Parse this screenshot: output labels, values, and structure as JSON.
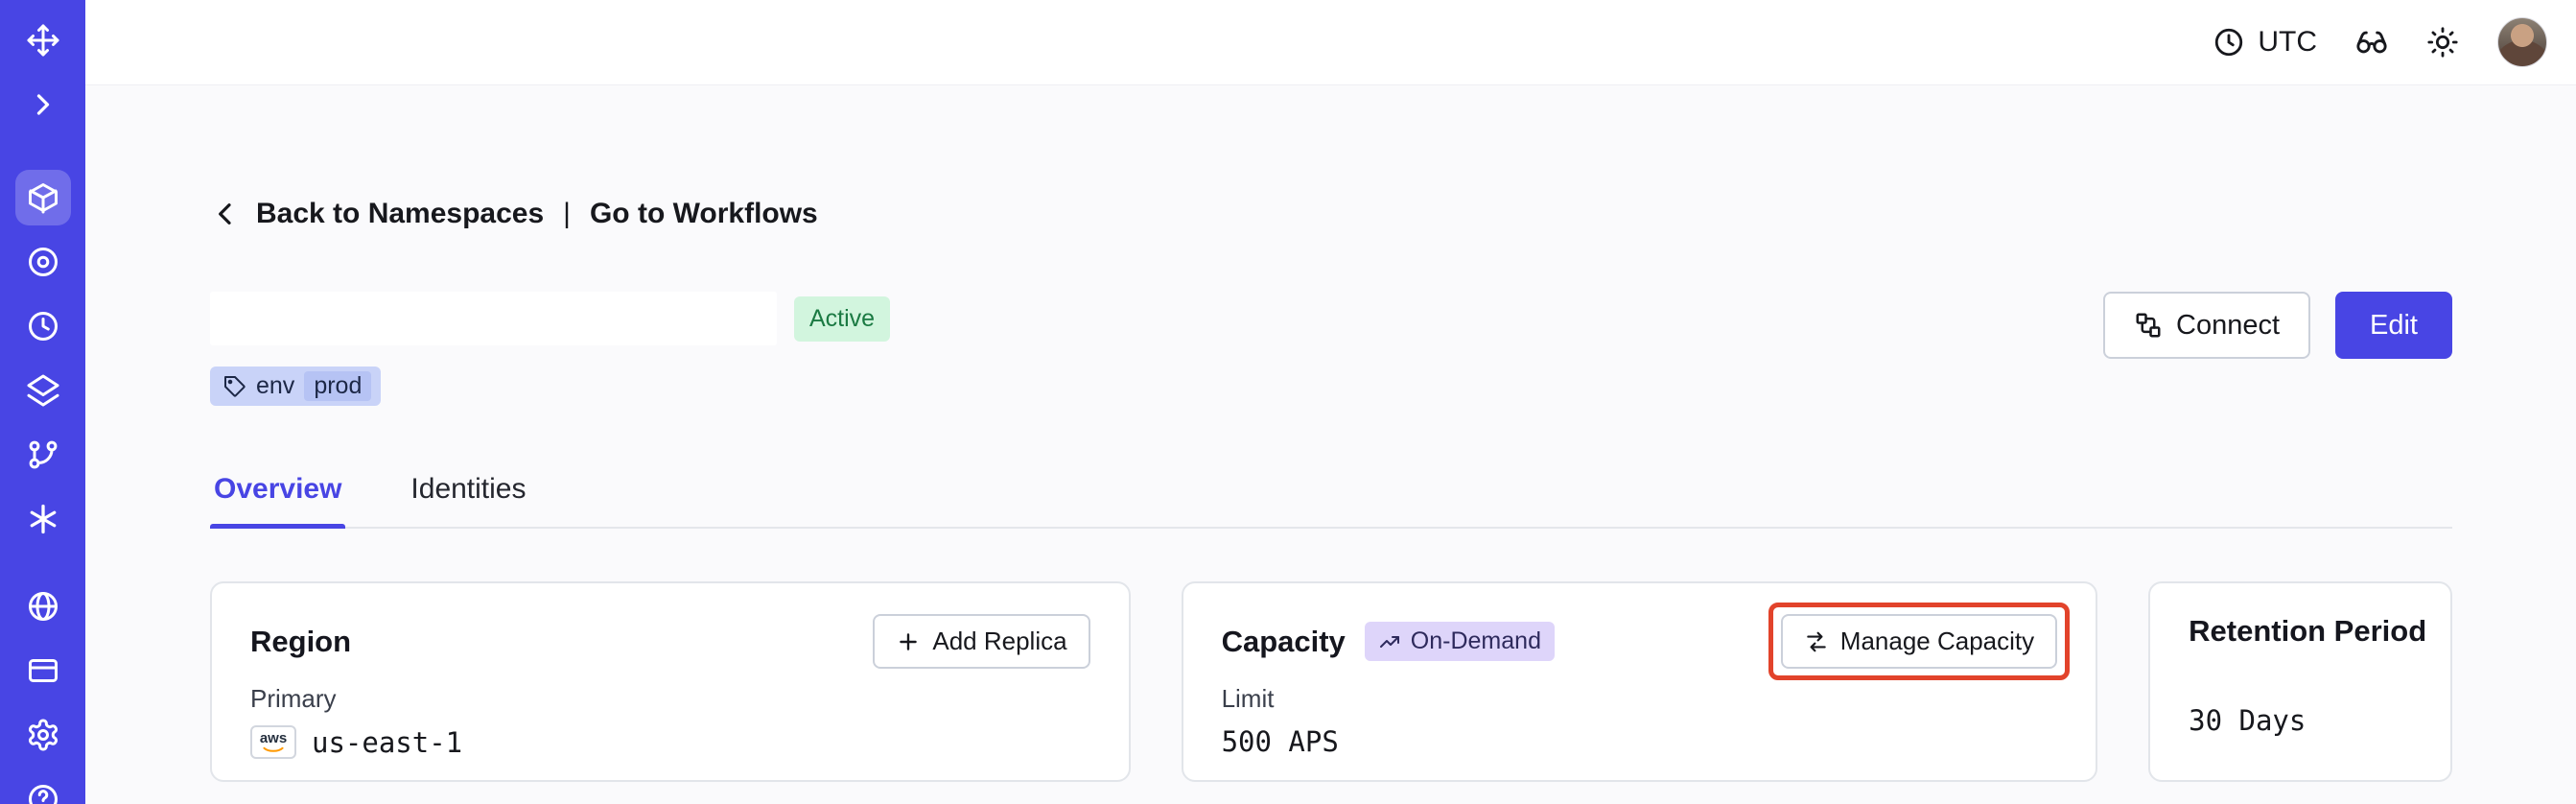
{
  "colors": {
    "sidebar_bg": "#4845E4",
    "accent": "#4845E4",
    "active_badge_bg": "#D2F5DE",
    "active_badge_text": "#1B7A43",
    "tag_bg": "#C9D3F8",
    "ondemand_bg": "#DED5FA",
    "annotation": "#E2432B",
    "main_bg": "#FAFAFC"
  },
  "sidebar": {
    "items": [
      {
        "icon": "temporal-logo"
      },
      {
        "icon": "chevron-right-icon"
      },
      {
        "icon": "namespaces-icon",
        "active": true
      },
      {
        "icon": "workflows-icon"
      },
      {
        "icon": "schedules-icon"
      },
      {
        "icon": "batch-icon"
      },
      {
        "icon": "deployments-icon"
      },
      {
        "icon": "nexus-icon"
      },
      {
        "icon": "usage-icon"
      },
      {
        "icon": "billing-icon"
      },
      {
        "icon": "settings-icon"
      },
      {
        "icon": "help-icon"
      }
    ]
  },
  "topbar": {
    "timezone": "UTC",
    "icons": [
      "clock-icon",
      "glasses-icon",
      "sun-icon"
    ],
    "avatar": "user-avatar"
  },
  "page": {
    "back": {
      "back_label": "Back to Namespaces",
      "separator": "|",
      "go_label": "Go to Workflows"
    },
    "namespace": {
      "status": "Active",
      "tag_key": "env",
      "tag_value": "prod"
    },
    "actions": {
      "connect": "Connect",
      "edit": "Edit"
    },
    "tabs": [
      {
        "label": "Overview",
        "active": true
      },
      {
        "label": "Identities",
        "active": false
      }
    ],
    "cards": {
      "region": {
        "title": "Region",
        "action": "Add Replica",
        "label": "Primary",
        "provider_label": "aws",
        "value": "us-east-1"
      },
      "capacity": {
        "title": "Capacity",
        "badge": "On-Demand",
        "action": "Manage Capacity",
        "label": "Limit",
        "value": "500 APS",
        "highlighted": true
      },
      "retention": {
        "title": "Retention Period",
        "value": "30 Days"
      }
    }
  }
}
